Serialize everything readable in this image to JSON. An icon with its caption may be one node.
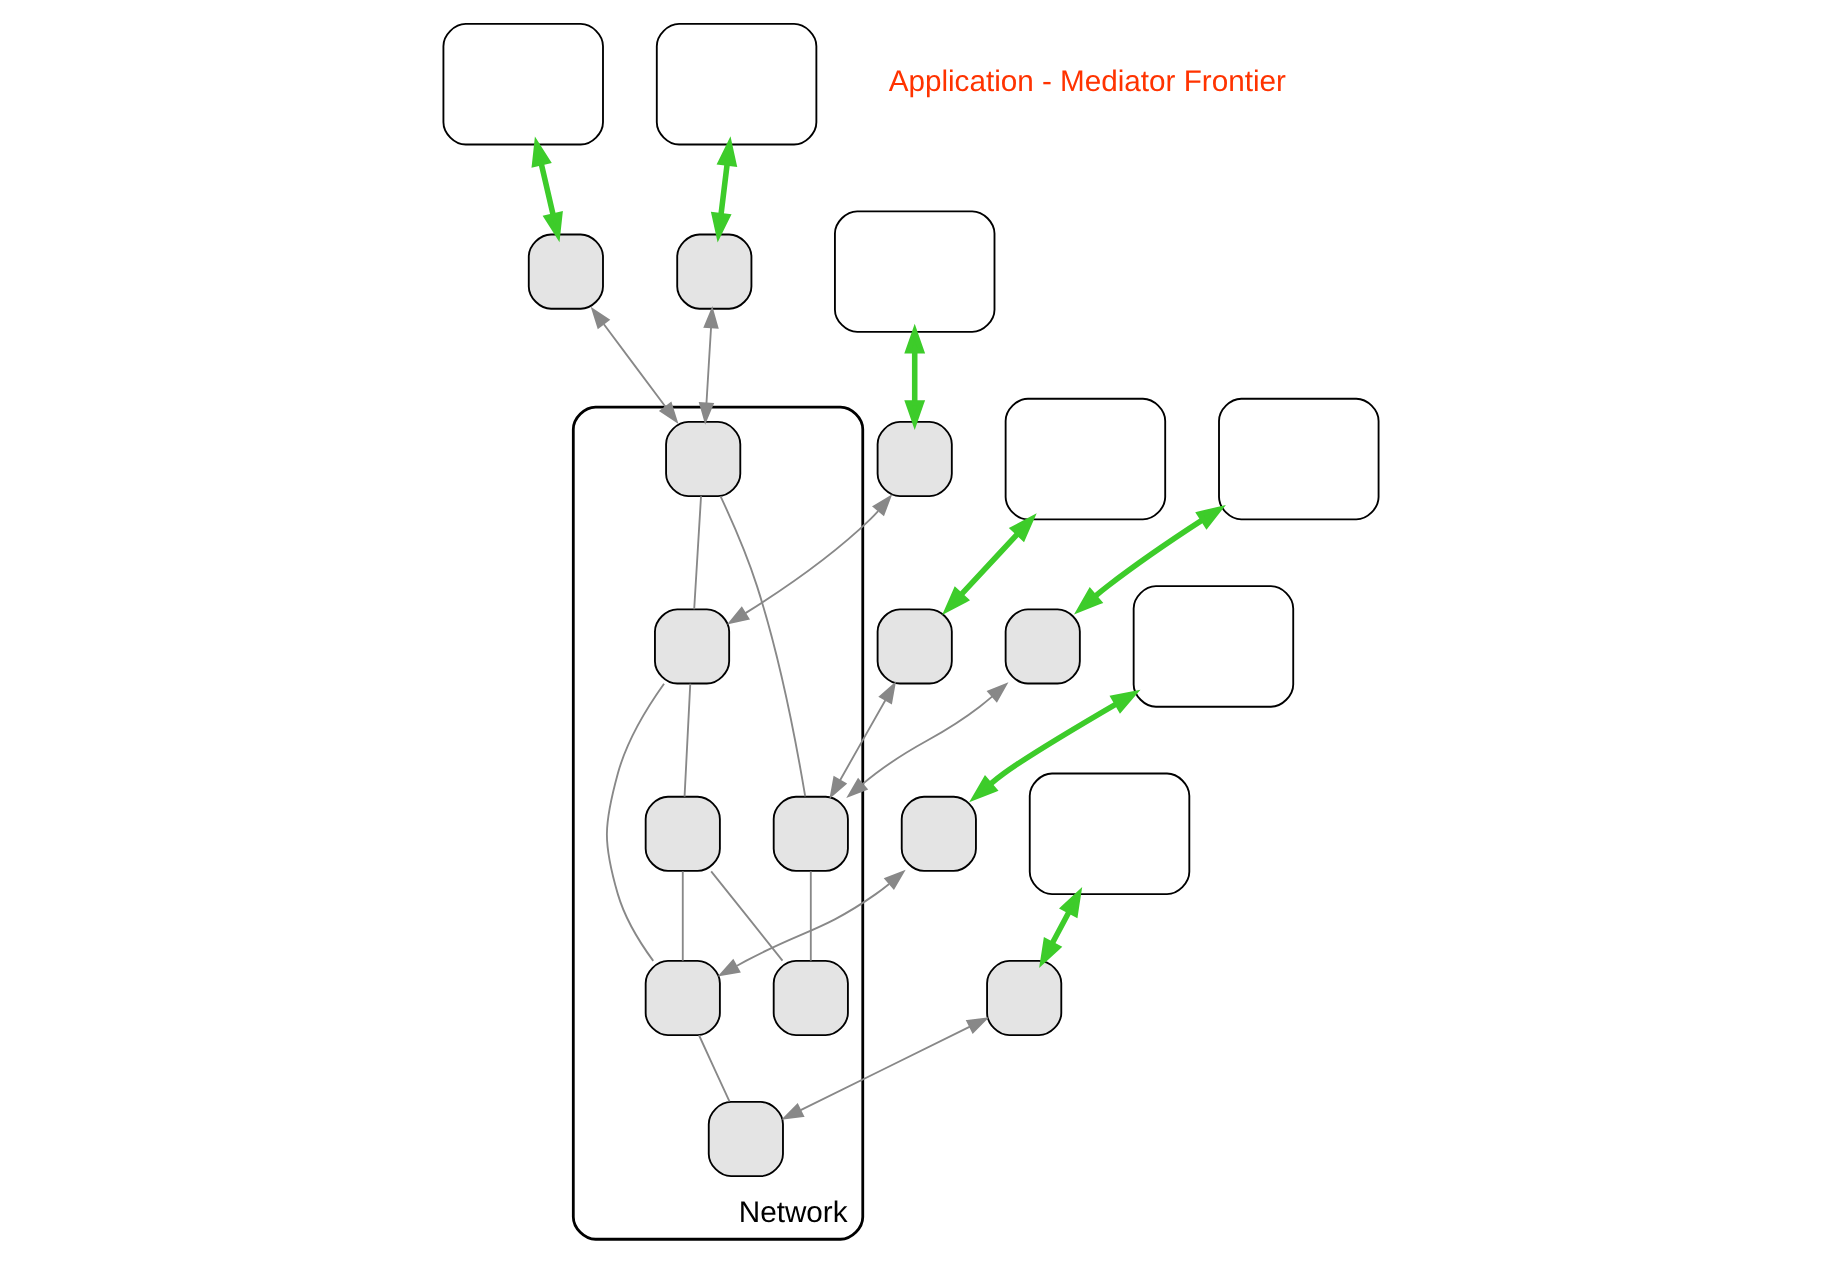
{
  "diagram": {
    "nodes": [
      {
        "text": [],
        "shape": "box"
      },
      {
        "text": [],
        "shape": "box"
      },
      {
        "text": [],
        "shape": "box"
      },
      {
        "text": [],
        "shape": "box"
      },
      {
        "text": [],
        "shape": "box"
      },
      {
        "text": [],
        "shape": "box"
      },
      {
        "text": [
          "Network"
        ]
      },
      {
        "text": [],
        "shape": "box",
        "in": 6
      },
      {
        "text": [],
        "shape": "box",
        "in": 6
      },
      {
        "text": [],
        "shape": "box",
        "in": 6
      },
      {
        "text": [],
        "shape": "box",
        "in": 6
      },
      {
        "text": [],
        "shape": "box",
        "in": 6
      },
      {
        "text": [],
        "shape": "box",
        "in": 6
      },
      {
        "text": [],
        "shape": "box",
        "in": 6
      },
      {
        "text": [],
        "shape": "box"
      },
      {
        "text": [],
        "shape": "box"
      },
      {
        "text": [],
        "shape": "box"
      },
      {
        "text": [],
        "shape": "box"
      },
      {
        "text": [],
        "shape": "box"
      },
      {
        "text": [],
        "shape": "box"
      },
      {
        "text": [],
        "shape": "box"
      },
      {
        "text": [],
        "shape": "box"
      }
    ],
    "edges": [
      {
        "from": 0,
        "to": 1,
        "arrow": "both",
        "style": "thick",
        "color": "#3dcc2a"
      },
      {
        "from": 2,
        "to": 3,
        "arrow": "both",
        "style": "thick",
        "color": "#3dcc2a"
      },
      {
        "from": 4,
        "to": 5,
        "arrow": "both",
        "style": "thick",
        "color": "#3dcc2a"
      },
      {
        "from": 15,
        "to": 14,
        "arrow": "both",
        "style": "thick",
        "color": "#3dcc2a"
      },
      {
        "from": 17,
        "to": 16,
        "arrow": "both",
        "style": "thick",
        "color": "#3dcc2a"
      },
      {
        "from": 20,
        "to": 18,
        "arrow": "both",
        "style": "thick",
        "color": "#3dcc2a"
      },
      {
        "from": 21,
        "to": 19,
        "arrow": "both",
        "style": "thick",
        "color": "#3dcc2a"
      },
      {
        "from": 1,
        "to": 7,
        "arrow": "both"
      },
      {
        "from": 3,
        "to": 8,
        "arrow": "both"
      },
      {
        "from": 5,
        "to": 7,
        "arrow": "both"
      },
      {
        "from": 14,
        "to": 10,
        "arrow": "both"
      },
      {
        "from": 16,
        "to": 11,
        "arrow": "both"
      },
      {
        "from": 18,
        "to": 11,
        "arrow": "both"
      },
      {
        "from": 19,
        "to": 13,
        "arrow": "both"
      },
      {
        "from": 7,
        "to": 8,
        "arrow": "none"
      },
      {
        "from": 7,
        "to": 11,
        "arrow": "none"
      },
      {
        "from": 8,
        "to": 9,
        "arrow": "none"
      },
      {
        "from": 8,
        "to": 10,
        "arrow": "none"
      },
      {
        "from": 9,
        "to": 10,
        "arrow": "none"
      },
      {
        "from": 9,
        "to": 12,
        "arrow": "none"
      },
      {
        "from": 10,
        "to": 13,
        "arrow": "none"
      },
      {
        "from": 11,
        "to": 12,
        "arrow": "none"
      }
    ],
    "labels": [
      "Application - Mediator Frontier"
    ]
  }
}
